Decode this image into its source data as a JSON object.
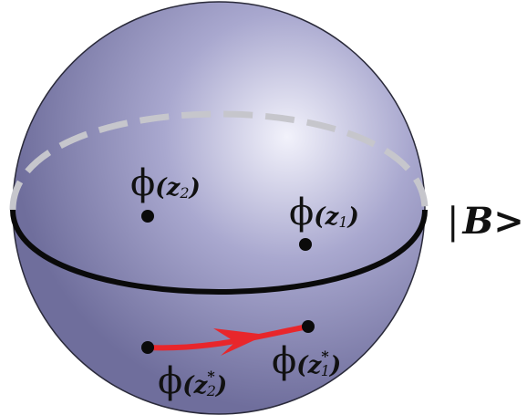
{
  "colors": {
    "sphere_light": "#f2f2fb",
    "sphere_mid": "#a9a8cf",
    "sphere_dark": "#6f6e9c",
    "sphere_outline": "#2a2a3a",
    "equator_front": "#0a0a0a",
    "equator_back": "#c6c6cc",
    "path": "#e8262b",
    "point": "#0a0a0a"
  },
  "labels": {
    "phi": "ϕ",
    "z2": {
      "open": "(z",
      "sub": "2",
      "close": ")"
    },
    "z1": {
      "open": "(z",
      "sub": "1",
      "close": ")"
    },
    "z2_star": {
      "open": "(z",
      "sup": "*",
      "sub": "2",
      "close": ")"
    },
    "z1_star": {
      "open": "(z",
      "sup": "*",
      "sub": "1",
      "close": ")"
    },
    "state_bar": "|",
    "state": "B>"
  }
}
